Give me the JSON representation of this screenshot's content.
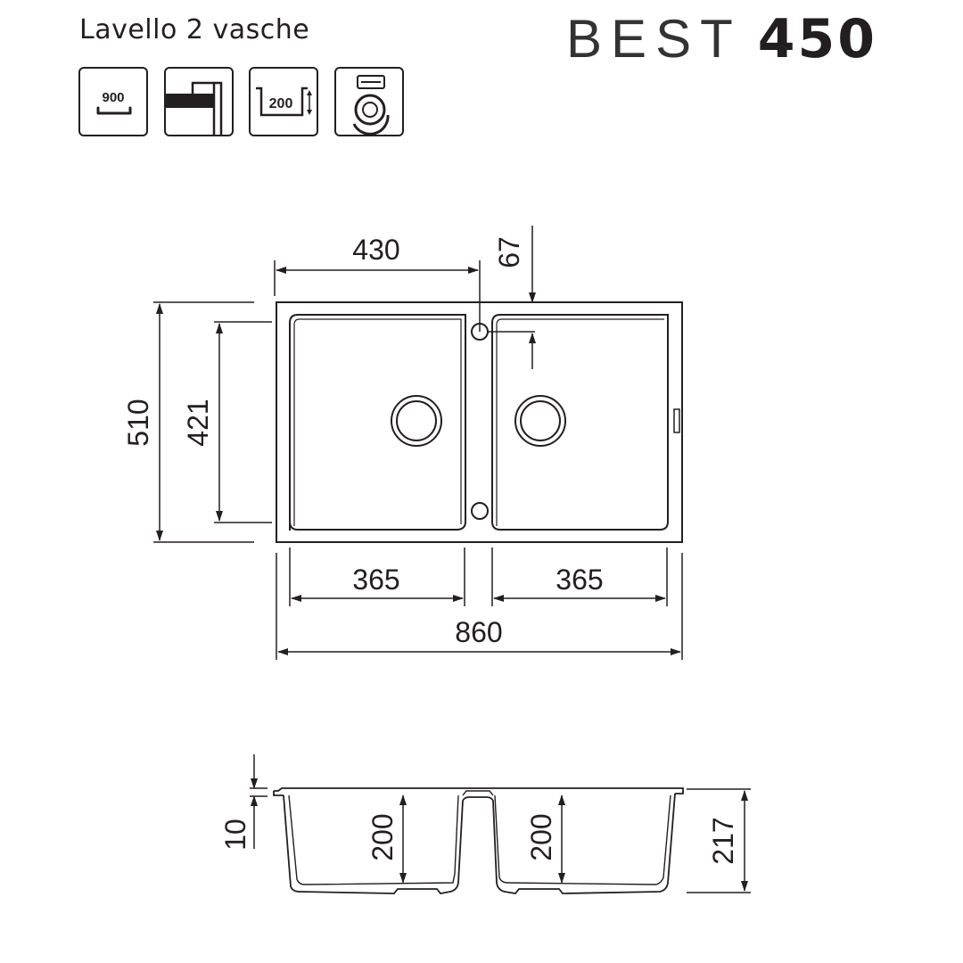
{
  "header": {
    "subtitle": "Lavello 2 vasche",
    "brand_light": "BEST",
    "brand_bold": "450"
  },
  "icons": [
    {
      "name": "cabinet-900-icon",
      "label": "900"
    },
    {
      "name": "undermount-profile-icon",
      "label": ""
    },
    {
      "name": "bowl-depth-icon",
      "label": "200"
    },
    {
      "name": "waste-disposal-icon",
      "label": ""
    }
  ],
  "plan_dims": {
    "top_bowl_offset": "430",
    "tap_hole_offset": "67",
    "total_depth": "510",
    "bowl_depth": "421",
    "left_bowl_width": "365",
    "right_bowl_width": "365",
    "total_width": "860"
  },
  "section_dims": {
    "rim_thickness": "10",
    "left_bowl_depth": "200",
    "right_bowl_depth": "200",
    "total_height": "217"
  },
  "colors": {
    "line": "#231f20",
    "background": "#ffffff"
  }
}
